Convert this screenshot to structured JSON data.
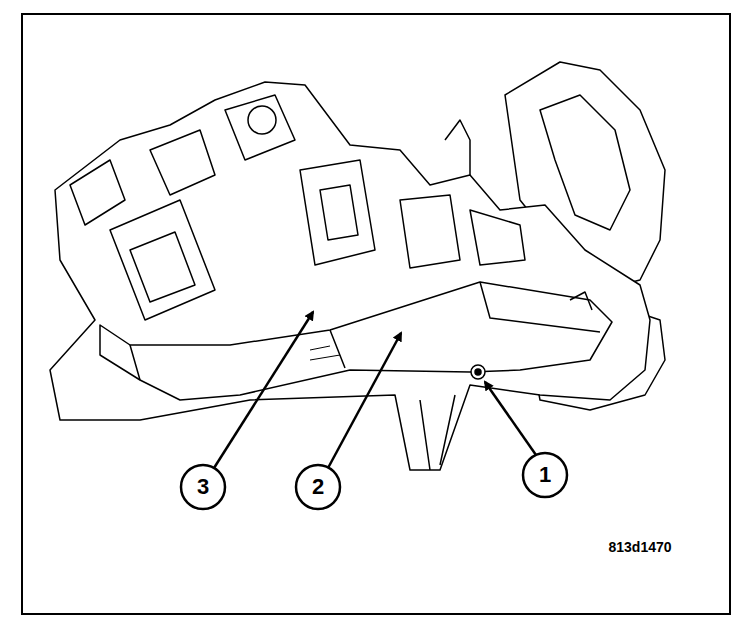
{
  "diagram": {
    "labels": [
      "3",
      "2",
      "1",
      "813d1470"
    ]
  }
}
